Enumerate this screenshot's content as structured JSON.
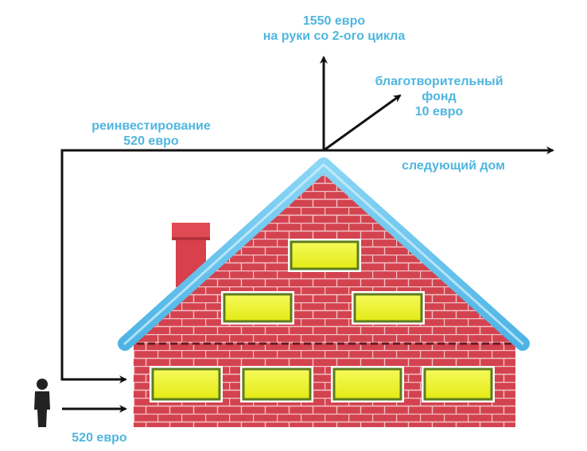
{
  "labels": {
    "payout": {
      "line1": "1550 евро",
      "line2": "на руки со 2-ого цикла"
    },
    "charity": {
      "line1": "благотворительный",
      "line2": "фонд",
      "line3": "10 евро"
    },
    "reinvest": {
      "line1": "реинвестирование",
      "line2": "520 евро"
    },
    "next_house": "следующий дом",
    "input_amount": "520 евро"
  },
  "house": {
    "windows_upper": 1,
    "windows_middle": 2,
    "windows_ground": 4
  },
  "colors": {
    "label": "#4fb6df",
    "brick": "#d3434f",
    "mortar": "#f3c2c6",
    "roof": "#5ec0eb",
    "window": "#eef422",
    "window_frame": "#5d7c1e",
    "chimney": "#d8404c",
    "arrow": "#111111",
    "person": "#222222"
  }
}
